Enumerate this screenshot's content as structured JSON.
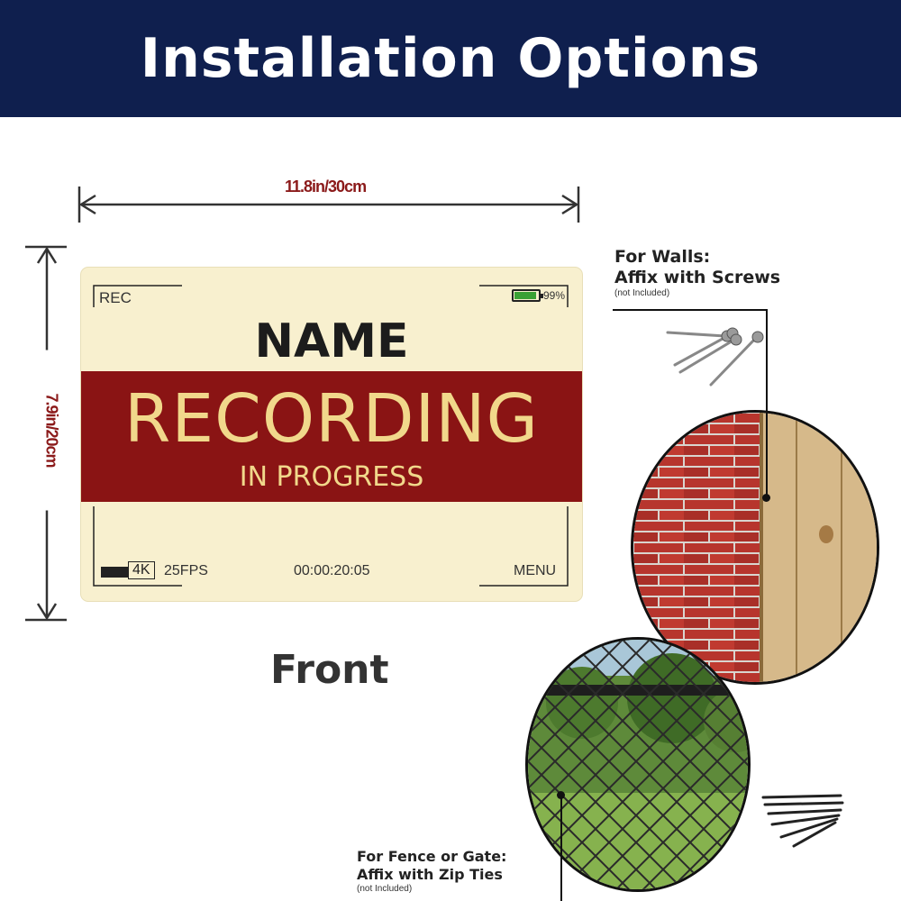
{
  "banner": {
    "title": "Installation Options"
  },
  "dimensions": {
    "width": "11.8in/30cm",
    "height": "7.9in/20cm"
  },
  "sign": {
    "rec": "REC",
    "battery_pct": "99%",
    "battery_level": 0.99,
    "name": "NAME",
    "headline": "RECORDING",
    "subline": "IN PROGRESS",
    "resolution": "4K",
    "fps": "25FPS",
    "timecode": "00:00:20:05",
    "menu": "MENU"
  },
  "front_label": "Front",
  "walls": {
    "title_line1": "For Walls:",
    "title_line2": "Affix with Screws",
    "note": "(not Included)"
  },
  "fence": {
    "title_line1": "For Fence or Gate:",
    "title_line2": "Affix with Zip Ties",
    "note": "(not Included)"
  },
  "colors": {
    "banner": "#0f1f4e",
    "sign_bg": "#f8f0cf",
    "band": "#8a1414",
    "band_text": "#f1d88b",
    "dimension": "#8b1a1a"
  }
}
